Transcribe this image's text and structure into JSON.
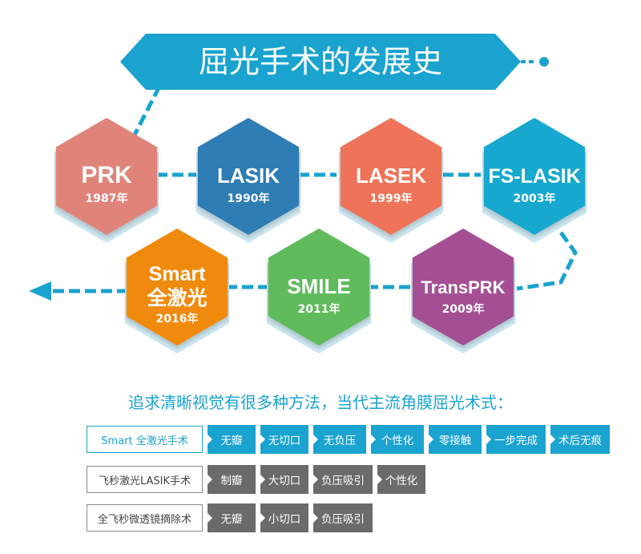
{
  "title": "屈光手术的发展史",
  "colors": {
    "line": "#1aa3cf",
    "banner": "#1aa3cf",
    "prk": "#e0847a",
    "lasik": "#2e7db5",
    "lasek": "#ee7358",
    "fslasik": "#19a8cf",
    "smart": "#f08a10",
    "smile": "#61bb5b",
    "transprk": "#a44f93"
  },
  "timeline": [
    {
      "id": "prk",
      "name": "PRK",
      "year": "1987年"
    },
    {
      "id": "lasik",
      "name": "LASIK",
      "year": "1990年"
    },
    {
      "id": "lasek",
      "name": "LASEK",
      "year": "1999年"
    },
    {
      "id": "fslasik",
      "name": "FS-LASIK",
      "year": "2003年"
    },
    {
      "id": "transprk",
      "name": "TransPRK",
      "year": "2009年"
    },
    {
      "id": "smile",
      "name": "SMILE",
      "year": "2011年"
    },
    {
      "id": "smart",
      "name": "Smart",
      "name2": "全激光",
      "year": "2016年"
    }
  ],
  "subtitle": "追求清晰视觉有很多种方法，当代主流角膜屈光术式：",
  "comparison": [
    {
      "label": "Smart 全激光手术",
      "style": "blue",
      "tags": [
        "无瓣",
        "无切口",
        "无负压",
        "个性化",
        "零接触",
        "一步完成",
        "术后无痕"
      ]
    },
    {
      "label": "飞秒激光LASIK手术",
      "style": "gray",
      "tags": [
        "制瓣",
        "大切口",
        "负压吸引",
        "个性化"
      ]
    },
    {
      "label": "全飞秒微透镜摘除术",
      "style": "gray",
      "tags": [
        "无瓣",
        "小切口",
        "负压吸引"
      ]
    }
  ]
}
